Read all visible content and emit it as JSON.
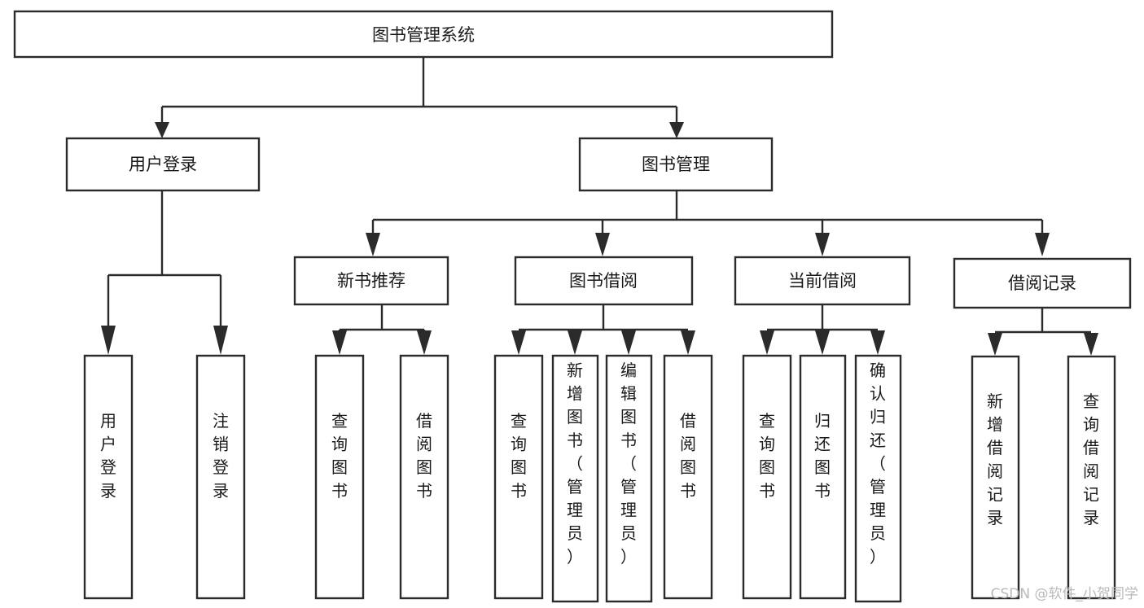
{
  "diagram": {
    "title": "图书管理系统",
    "type": "tree-hierarchy-chart",
    "orientation": "top-down",
    "colors": {
      "box_stroke": "#2b2b2b",
      "box_fill": "#ffffff",
      "text": "#1a1a1a",
      "background": "#ffffff",
      "watermark": "#b9b9b9"
    },
    "root": {
      "label": "图书管理系统"
    },
    "level2": [
      {
        "label": "用户登录"
      },
      {
        "label": "图书管理"
      }
    ],
    "level3": [
      {
        "label": "新书推荐"
      },
      {
        "label": "图书借阅"
      },
      {
        "label": "当前借阅"
      },
      {
        "label": "借阅记录"
      }
    ],
    "leaves": {
      "user_login": [
        {
          "label": "用户登录"
        },
        {
          "label": "注销登录"
        }
      ],
      "new_book_recommend": [
        {
          "label": "查询图书"
        },
        {
          "label": "借阅图书"
        }
      ],
      "book_borrow": [
        {
          "label": "查询图书"
        },
        {
          "label": "新增图书（管理员）"
        },
        {
          "label": "编辑图书（管理员）"
        },
        {
          "label": "借阅图书"
        }
      ],
      "current_borrow": [
        {
          "label": "查询图书"
        },
        {
          "label": "归还图书"
        },
        {
          "label": "确认归还（管理员）"
        }
      ],
      "borrow_record": [
        {
          "label": "新增借阅记录"
        },
        {
          "label": "查询借阅记录"
        }
      ]
    }
  },
  "watermark": {
    "text": "CSDN @软件_小贺同学"
  }
}
